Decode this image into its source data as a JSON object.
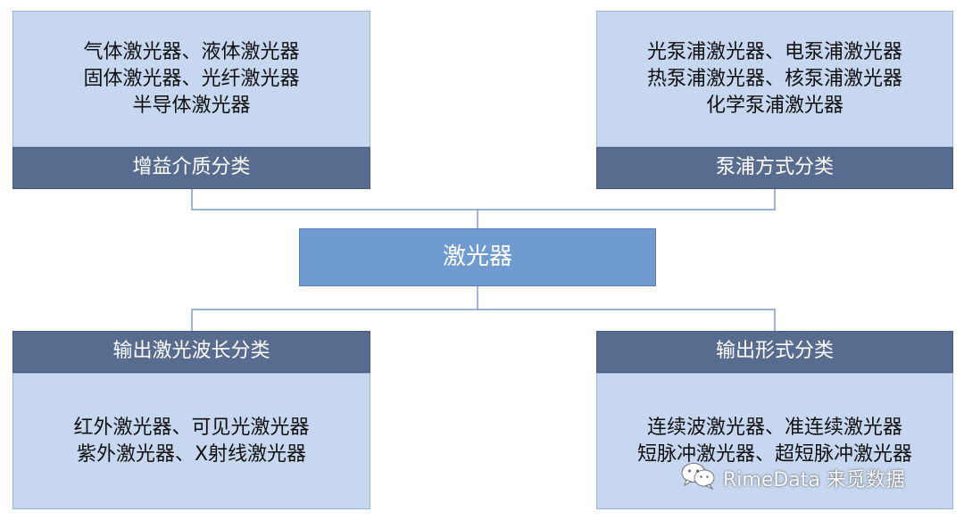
{
  "center": {
    "label": "激光器"
  },
  "boxes": {
    "gain_medium": {
      "header": "增益介质分类",
      "lines": [
        "气体激光器、液体激光器",
        "固体激光器、光纤激光器",
        "半导体激光器"
      ]
    },
    "pump_method": {
      "header": "泵浦方式分类",
      "lines": [
        "光泵浦激光器、电泵浦激光器",
        "热泵浦激光器、核泵浦激光器",
        "化学泵浦激光器"
      ]
    },
    "wavelength": {
      "header": "输出激光波长分类",
      "lines": [
        "红外激光器、可见光激光器",
        "紫外激光器、X射线激光器"
      ]
    },
    "output_form": {
      "header": "输出形式分类",
      "lines": [
        "连续波激光器、准连续激光器",
        "短脉冲激光器、超短脉冲激光器"
      ]
    }
  },
  "watermark": {
    "text": "RimeData 来觅数据",
    "icon": "wechat-icon"
  },
  "colors": {
    "box_fill": "#c6d7ef",
    "header_fill": "#576c8f",
    "center_fill": "#6f9bd0",
    "connector": "#7f9cc7"
  }
}
